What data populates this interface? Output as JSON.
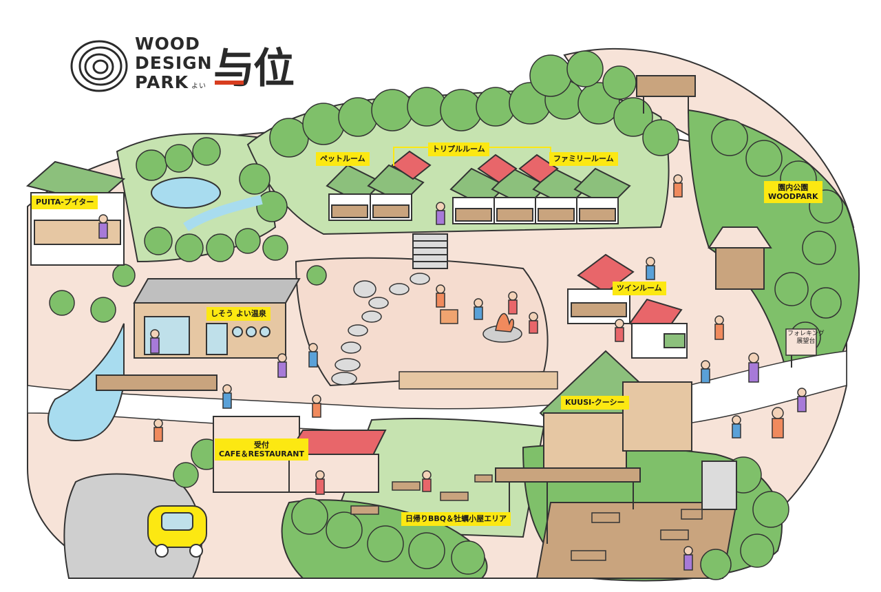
{
  "logo": {
    "line1": "WOOD",
    "line2": "DESIGN",
    "line3": "PARK",
    "reading": "よい",
    "kanji": "与位"
  },
  "labels": {
    "pet_room": "ペットルーム",
    "triple_room": "トリプルルーム",
    "family_room": "ファミリールーム",
    "puita": "PUITA-プイター",
    "park": {
      "line1": "園内公園",
      "line2": "WOODPARK"
    },
    "twin_room": "ツインルーム",
    "onsen": "しそう よい温泉",
    "kuusi": "KUUSI-クーシー",
    "reception": {
      "line1": "受付",
      "line2": "CAFE＆RESTAURANT"
    },
    "bbq": "日帰りBBQ＆牡蠣小屋エリア"
  },
  "signs": {
    "observation": {
      "line1": "フォレキング",
      "line2": "展望台"
    }
  },
  "colors": {
    "highlight": "#fce812",
    "logo_accent": "#d83d1f",
    "forest": "#7fc06a",
    "forest_dark": "#5fa14c",
    "lawn": "#c6e3b0",
    "plaza": "#f5dccf",
    "path": "#ffffff",
    "water": "#a8dcef",
    "red_roof": "#e8666a",
    "green_roof": "#8cc07c",
    "wood": "#c9a47e",
    "parking": "#cfcfcf"
  }
}
